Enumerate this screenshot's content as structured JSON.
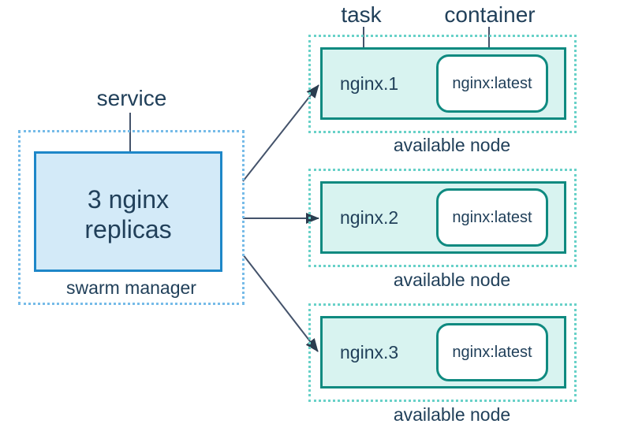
{
  "labels": {
    "service": "service",
    "task": "task",
    "container": "container"
  },
  "manager": {
    "box_text": "3 nginx\nreplicas",
    "caption": "swarm manager"
  },
  "nodes": [
    {
      "task": "nginx.1",
      "container": "nginx:latest",
      "caption": "available node"
    },
    {
      "task": "nginx.2",
      "container": "nginx:latest",
      "caption": "available node"
    },
    {
      "task": "nginx.3",
      "container": "nginx:latest",
      "caption": "available node"
    }
  ],
  "colors": {
    "text": "#21405a",
    "line": "#44536b",
    "arrowhead": "#2b3d50",
    "blue-border": "#1e87c8",
    "blue-fill": "#d3eaf8",
    "blue-dotted": "#76bbe8",
    "teal-border": "#0f8a80",
    "teal-fill": "#d8f3f0",
    "teal-dotted": "#68d1c8",
    "container-fill": "#ffffff"
  }
}
